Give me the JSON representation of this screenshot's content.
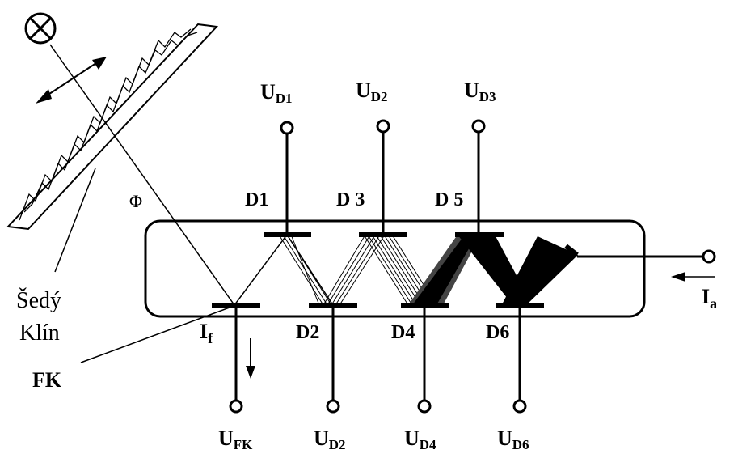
{
  "labels": {
    "phi": "Φ",
    "wedge_line1": "Šedý",
    "wedge_line2": "Klín",
    "fk": "FK",
    "i_f_main": "I",
    "i_f_sub": "f",
    "i_a_main": "I",
    "i_a_sub": "a",
    "d1": "D1",
    "d2": "D2",
    "d3": "D 3",
    "d4": "D4",
    "d5": "D 5",
    "d6": "D6",
    "u_main": "U",
    "ud1_sub": "D1",
    "ud2_top_sub": "D2",
    "ud3_sub": "D3",
    "ufk_sub": "FK",
    "ud2_bot_sub": "D2",
    "ud4_sub": "D4",
    "ud6_sub": "D6"
  },
  "colors": {
    "ink": "#000000",
    "background": "#ffffff"
  },
  "icons": {
    "light_source": "lamp-symbol-icon",
    "motion": "double-arrow-icon"
  }
}
